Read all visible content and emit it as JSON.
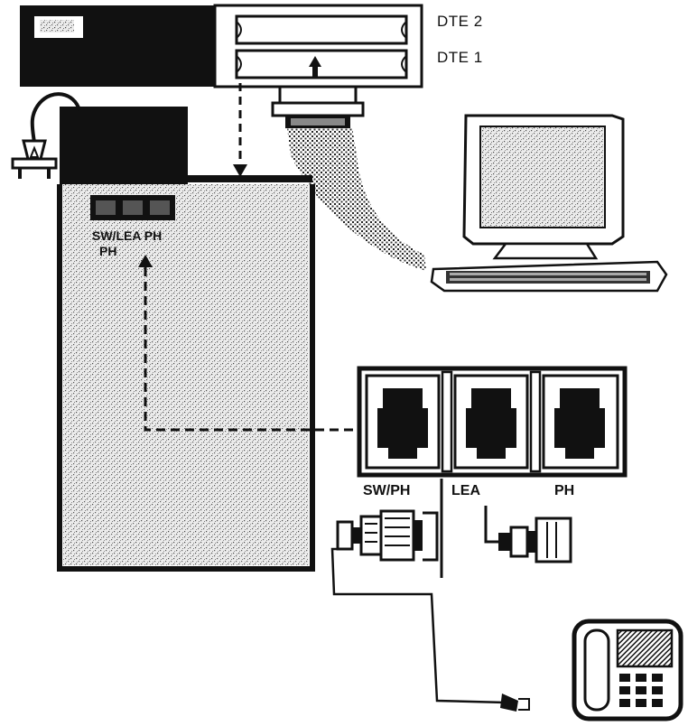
{
  "labels": {
    "dte2": "DTE 2",
    "dte1": "DTE 1",
    "sw_lea_ph": "SW/LEA PH",
    "ph": "PH",
    "port_sw_ph": "SW/PH",
    "port_lea": "LEA",
    "port_ph": "PH"
  },
  "colors": {
    "ink": "#111111",
    "paper": "#ffffff",
    "shade": "#d9d9d9"
  }
}
